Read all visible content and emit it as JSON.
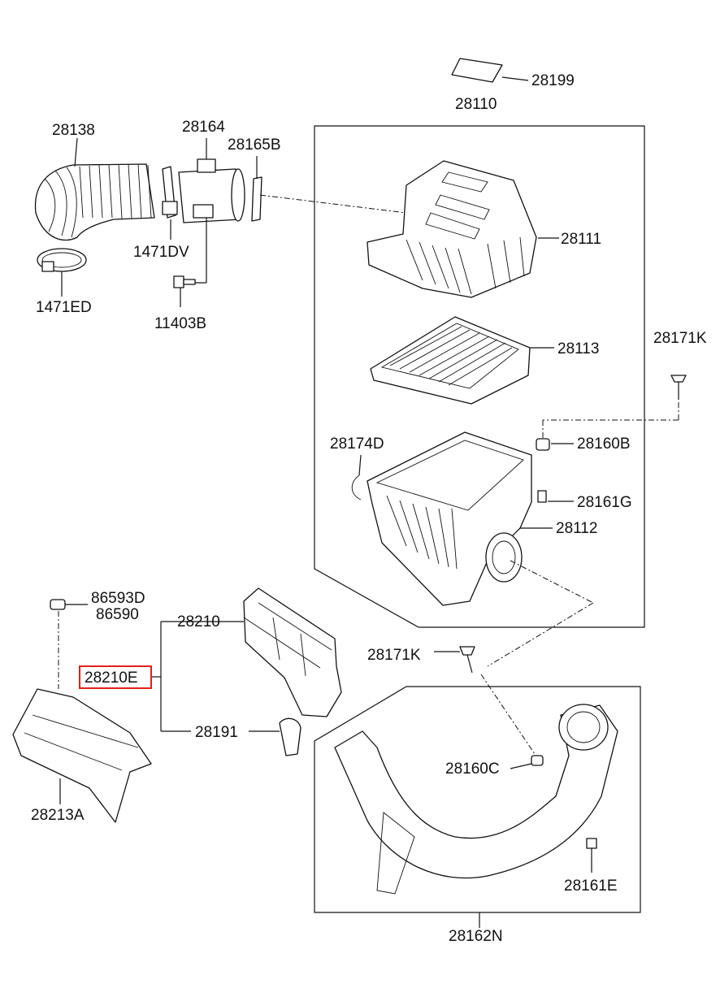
{
  "labels": {
    "p28199": "28199",
    "p28110": "28110",
    "p28138": "28138",
    "p28164": "28164",
    "p28165B": "28165B",
    "p1471DV": "1471DV",
    "p1471ED": "1471ED",
    "p11403B": "11403B",
    "p28111": "28111",
    "p28113": "28113",
    "p28171K_a": "28171K",
    "p28174D": "28174D",
    "p28160B": "28160B",
    "p28161G": "28161G",
    "p28112": "28112",
    "p86593D": "86593D",
    "p86590": "86590",
    "p28210": "28210",
    "p28210E": "28210E",
    "p28171K_b": "28171K",
    "p28191": "28191",
    "p28160C": "28160C",
    "p28213A": "28213A",
    "p28161E": "28161E",
    "p28162N": "28162N"
  },
  "highlight": {
    "part": "28210E",
    "color": "#e0201c"
  }
}
